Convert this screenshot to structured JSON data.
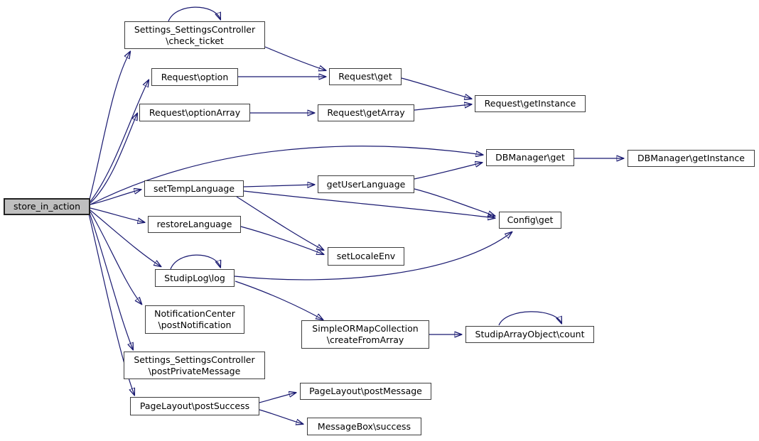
{
  "diagram": {
    "kind": "call-graph",
    "root_function": "store_in_action",
    "colors": {
      "edge": "#191970",
      "node_fill": "#ffffff",
      "node_border": "#3d3d3d",
      "root_fill": "#bfbfbf",
      "text": "#000000",
      "background": "#ffffff"
    },
    "nodes": [
      {
        "id": "store_in_action",
        "lines": [
          "store_in_action"
        ]
      },
      {
        "id": "check_ticket",
        "lines": [
          "Settings_SettingsController",
          "\\check_ticket"
        ]
      },
      {
        "id": "request_option",
        "lines": [
          "Request\\option"
        ]
      },
      {
        "id": "request_optionArray",
        "lines": [
          "Request\\optionArray"
        ]
      },
      {
        "id": "request_get",
        "lines": [
          "Request\\get"
        ]
      },
      {
        "id": "request_getArray",
        "lines": [
          "Request\\getArray"
        ]
      },
      {
        "id": "request_getInstance",
        "lines": [
          "Request\\getInstance"
        ]
      },
      {
        "id": "dbmanager_get",
        "lines": [
          "DBManager\\get"
        ]
      },
      {
        "id": "dbmanager_getInstance",
        "lines": [
          "DBManager\\getInstance"
        ]
      },
      {
        "id": "config_get",
        "lines": [
          "Config\\get"
        ]
      },
      {
        "id": "setTempLanguage",
        "lines": [
          "setTempLanguage"
        ]
      },
      {
        "id": "getUserLanguage",
        "lines": [
          "getUserLanguage"
        ]
      },
      {
        "id": "restoreLanguage",
        "lines": [
          "restoreLanguage"
        ]
      },
      {
        "id": "setLocaleEnv",
        "lines": [
          "setLocaleEnv"
        ]
      },
      {
        "id": "studipLog_log",
        "lines": [
          "StudipLog\\log"
        ]
      },
      {
        "id": "notificationCenter_postNotification",
        "lines": [
          "NotificationCenter",
          "\\postNotification"
        ]
      },
      {
        "id": "simpleORMapCollection_createFromArray",
        "lines": [
          "SimpleORMapCollection",
          "\\createFromArray"
        ]
      },
      {
        "id": "studipArrayObject_count",
        "lines": [
          "StudipArrayObject\\count"
        ]
      },
      {
        "id": "settings_postPrivateMessage",
        "lines": [
          "Settings_SettingsController",
          "\\postPrivateMessage"
        ]
      },
      {
        "id": "pageLayout_postSuccess",
        "lines": [
          "PageLayout\\postSuccess"
        ]
      },
      {
        "id": "pageLayout_postMessage",
        "lines": [
          "PageLayout\\postMessage"
        ]
      },
      {
        "id": "messageBox_success",
        "lines": [
          "MessageBox\\success"
        ]
      }
    ],
    "edges": [
      {
        "from": "store_in_action",
        "to": "check_ticket"
      },
      {
        "from": "store_in_action",
        "to": "request_option"
      },
      {
        "from": "store_in_action",
        "to": "request_optionArray"
      },
      {
        "from": "store_in_action",
        "to": "dbmanager_get"
      },
      {
        "from": "store_in_action",
        "to": "setTempLanguage"
      },
      {
        "from": "store_in_action",
        "to": "restoreLanguage"
      },
      {
        "from": "store_in_action",
        "to": "studipLog_log"
      },
      {
        "from": "store_in_action",
        "to": "notificationCenter_postNotification"
      },
      {
        "from": "store_in_action",
        "to": "settings_postPrivateMessage"
      },
      {
        "from": "store_in_action",
        "to": "pageLayout_postSuccess"
      },
      {
        "from": "check_ticket",
        "to": "check_ticket"
      },
      {
        "from": "check_ticket",
        "to": "request_get"
      },
      {
        "from": "request_option",
        "to": "request_get"
      },
      {
        "from": "request_get",
        "to": "request_getInstance"
      },
      {
        "from": "request_optionArray",
        "to": "request_getArray"
      },
      {
        "from": "request_getArray",
        "to": "request_getInstance"
      },
      {
        "from": "dbmanager_get",
        "to": "dbmanager_getInstance"
      },
      {
        "from": "setTempLanguage",
        "to": "getUserLanguage"
      },
      {
        "from": "setTempLanguage",
        "to": "config_get"
      },
      {
        "from": "setTempLanguage",
        "to": "setLocaleEnv"
      },
      {
        "from": "getUserLanguage",
        "to": "dbmanager_get"
      },
      {
        "from": "getUserLanguage",
        "to": "config_get"
      },
      {
        "from": "restoreLanguage",
        "to": "setLocaleEnv"
      },
      {
        "from": "studipLog_log",
        "to": "studipLog_log"
      },
      {
        "from": "studipLog_log",
        "to": "config_get"
      },
      {
        "from": "studipLog_log",
        "to": "simpleORMapCollection_createFromArray"
      },
      {
        "from": "simpleORMapCollection_createFromArray",
        "to": "studipArrayObject_count"
      },
      {
        "from": "studipArrayObject_count",
        "to": "studipArrayObject_count"
      },
      {
        "from": "pageLayout_postSuccess",
        "to": "pageLayout_postMessage"
      },
      {
        "from": "pageLayout_postSuccess",
        "to": "messageBox_success"
      }
    ]
  }
}
